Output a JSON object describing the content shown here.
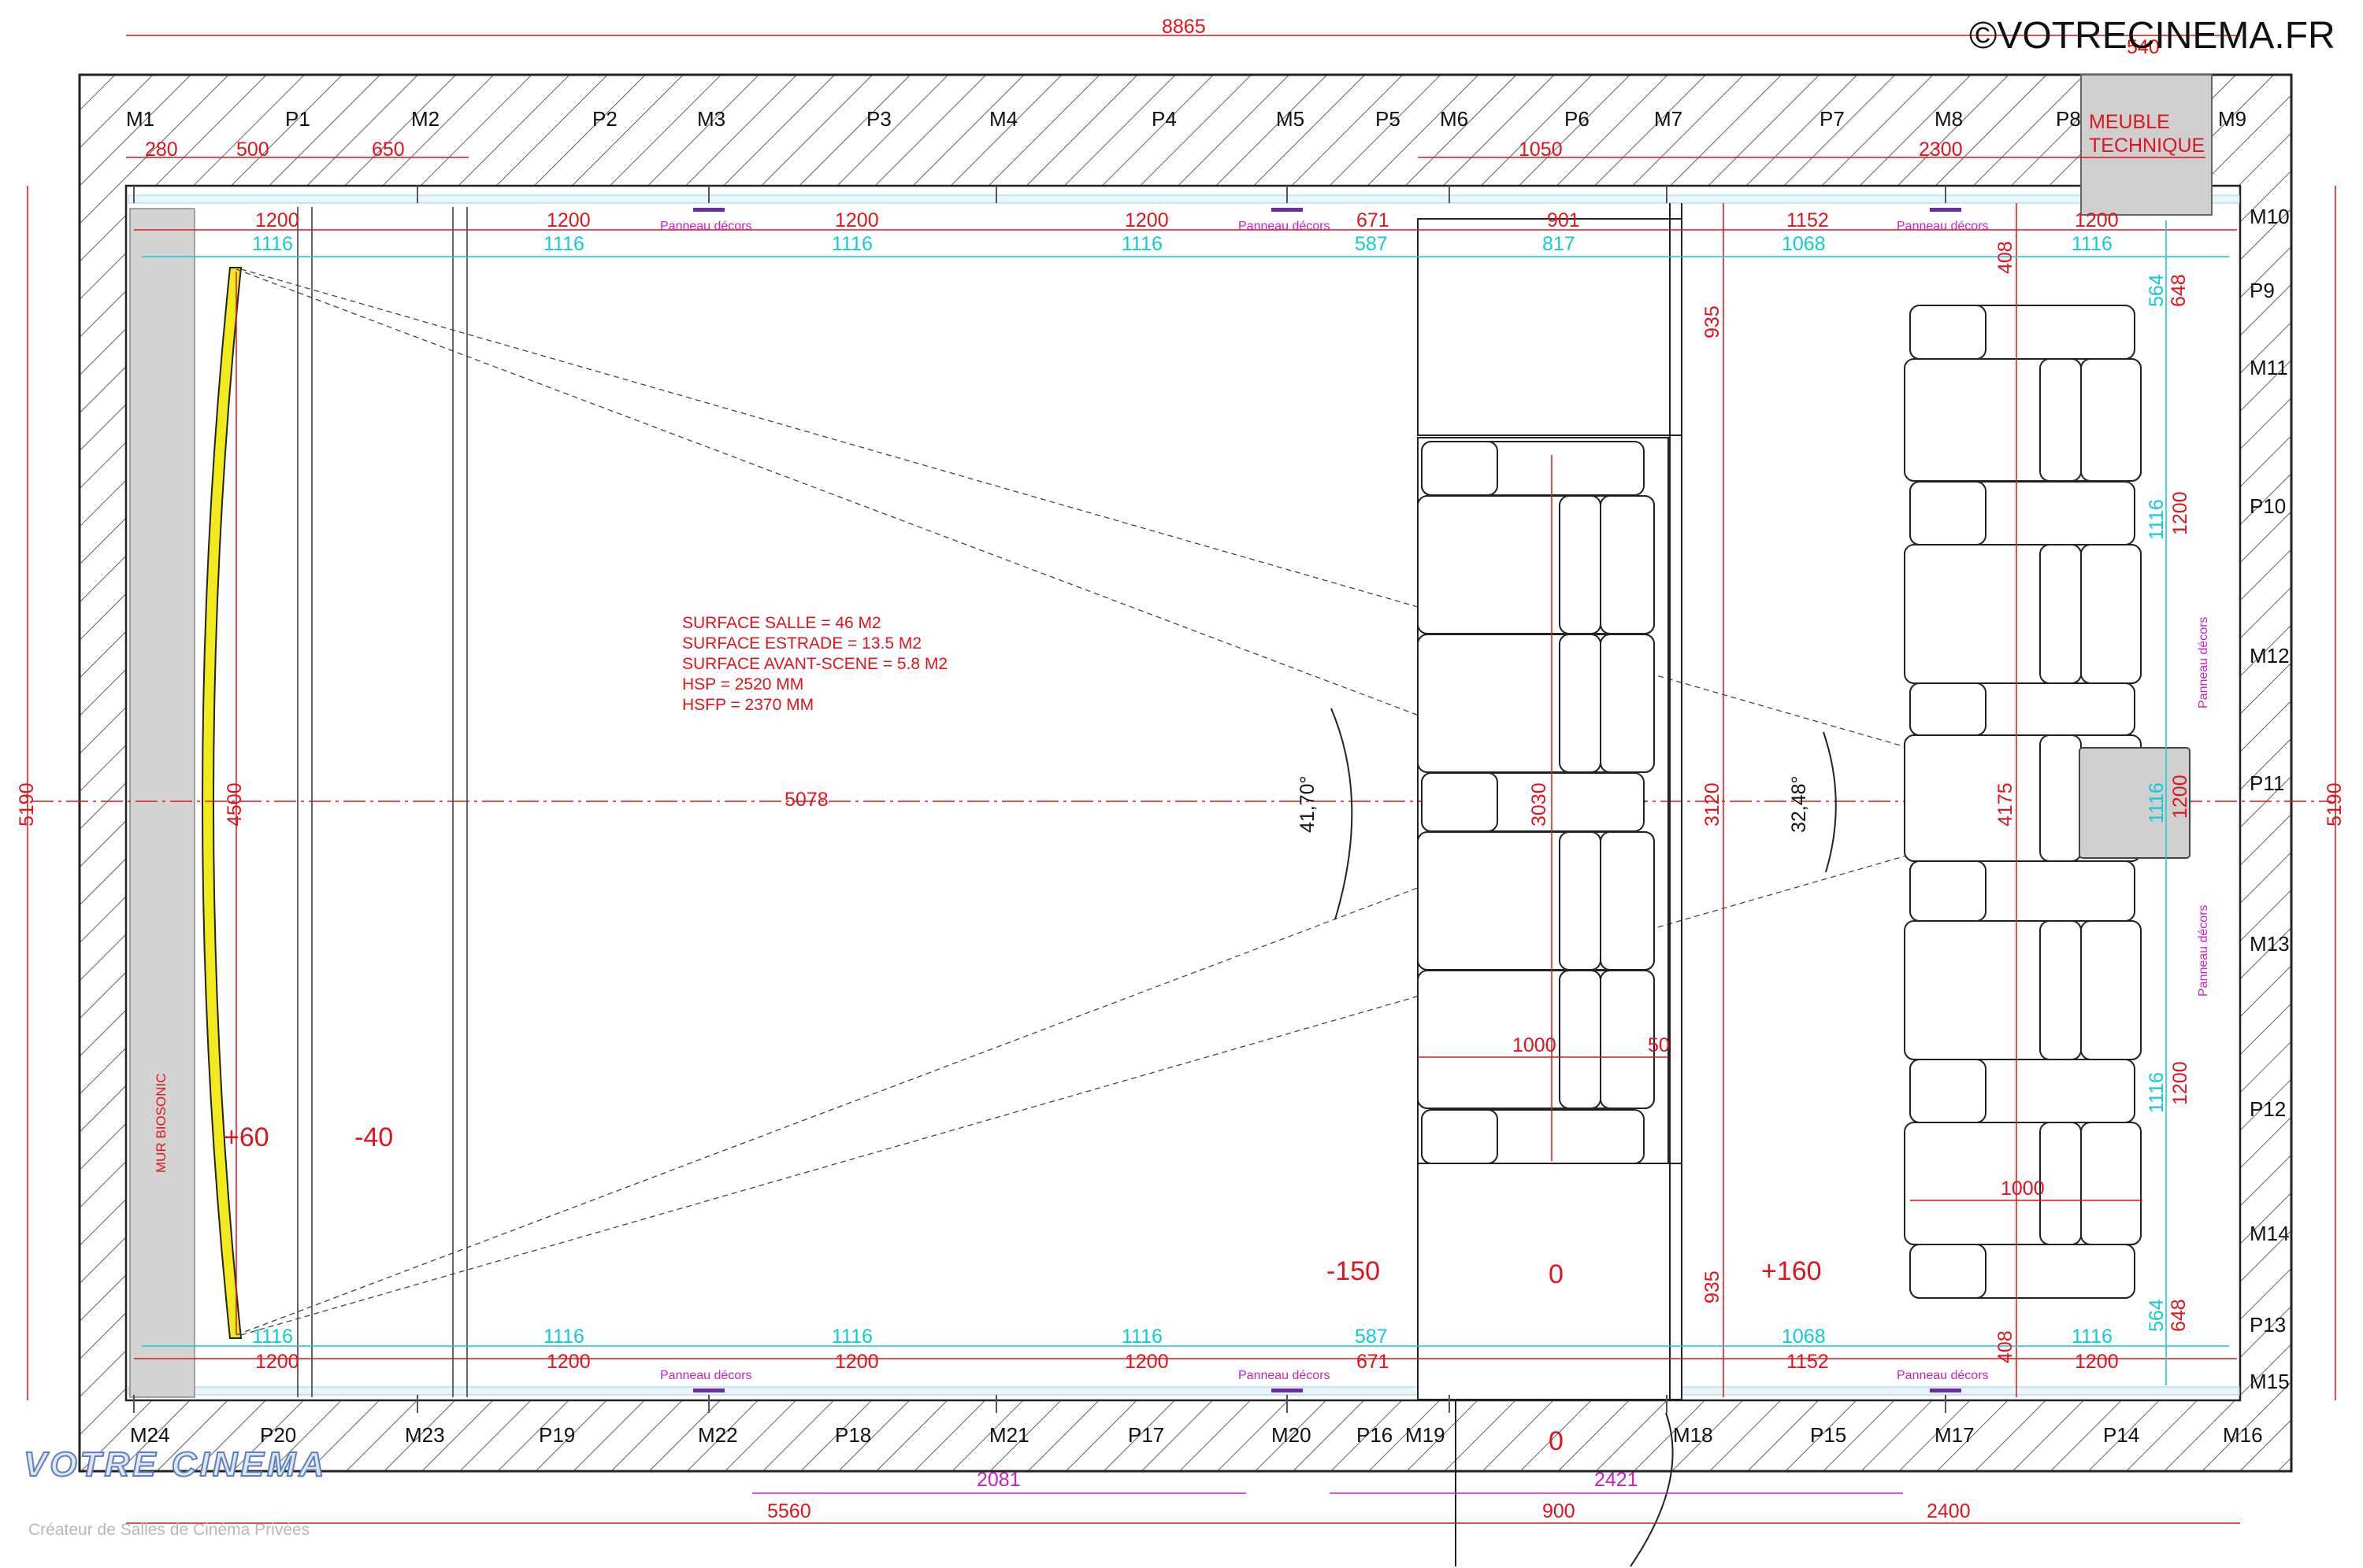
{
  "header": {
    "copyright": "©VOTRECINEMA.FR"
  },
  "brand": {
    "logo": "VOTRE CINEMA",
    "tagline": "Créateur de Salles de Cinéma Privées"
  },
  "overall": {
    "length": "8865",
    "width_left": "5190",
    "width_right": "5190",
    "furniture_width": "540"
  },
  "labels": {
    "top": [
      "M1",
      "P1",
      "M2",
      "P2",
      "M3",
      "P3",
      "M4",
      "P4",
      "M5",
      "P5",
      "M6",
      "P6",
      "M7",
      "P7",
      "M8",
      "P8",
      "M9"
    ],
    "right": [
      "M10",
      "P9",
      "M11",
      "P10",
      "M12",
      "P11",
      "M13",
      "P12",
      "M14",
      "P13",
      "M15",
      "M16"
    ],
    "bottom": [
      "M24",
      "P20",
      "M23",
      "P19",
      "M22",
      "P18",
      "M21",
      "P17",
      "M20",
      "P16",
      "M19",
      "M18",
      "P15",
      "M17",
      "P14"
    ]
  },
  "top_offsets": [
    "280",
    "500",
    "650",
    "1050",
    "2300"
  ],
  "furniture": {
    "line1": "MEUBLE",
    "line2": "TECHNIQUE"
  },
  "segments_red": [
    "1200",
    "1200",
    "1200",
    "1200",
    "671",
    "901",
    "1152",
    "1200"
  ],
  "segments_cyan": [
    "1116",
    "1116",
    "1116",
    "1116",
    "587",
    "817",
    "1068",
    "1116"
  ],
  "bottom_red": [
    "1200",
    "1200",
    "1200",
    "1200",
    "671",
    "1152",
    "1200"
  ],
  "bottom_cyan": [
    "1116",
    "1116",
    "1116",
    "1116",
    "587",
    "1068",
    "1116"
  ],
  "panel": "Panneau décors",
  "notes": [
    "SURFACE SALLE = 46 M2",
    "SURFACE ESTRADE = 13.5 M2",
    "SURFACE AVANT-SCENE = 5.8 M2",
    "HSP = 2520 MM",
    "HSFP = 2370 MM"
  ],
  "dims": {
    "screen_width": "4500",
    "axis": "5078",
    "row1_depth": "3030",
    "row1_gap": "3120",
    "row2_depth": "4175",
    "seat_w1": "1000",
    "seat_gap": "50",
    "seat_w2": "1000",
    "v935_top": "935",
    "v935_bottom": "935",
    "v408_top": "408",
    "v408_bottom": "408",
    "v564_top": "564",
    "v648_top": "648",
    "v564_bottom": "564",
    "v648_bottom": "648",
    "r1116_a": "1116",
    "r1200_a": "1200",
    "r1116_b": "1116",
    "r1200_b": "1200",
    "r1116_c": "1116",
    "r1200_c": "1200"
  },
  "angles": {
    "front": "41,70°",
    "rear": "32,48°"
  },
  "levels": {
    "plus60": "+60",
    "minus40": "-40",
    "minus150": "-150",
    "zero_stage": "0",
    "plus160": "+160",
    "zero_door": "0"
  },
  "wall_label": "MUR BIOSONIC",
  "bottom_dims": {
    "d2081": "2081",
    "d2421": "2421",
    "d5560": "5560",
    "d900": "900",
    "d2400": "2400"
  }
}
